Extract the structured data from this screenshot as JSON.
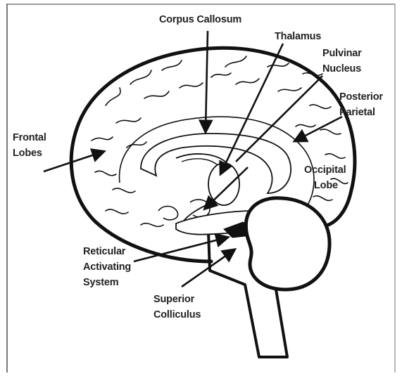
{
  "labels": {
    "corpus_callosum": "Corpus Callosum",
    "thalamus": "Thalamus",
    "pulvinar_line1": "Pulvinar",
    "pulvinar_line2": "Nucleus",
    "posterior_line1": "Posterior",
    "posterior_line2": "Parietal",
    "frontal_line1": "Frontal",
    "frontal_line2": "Lobes",
    "occipital_line1": "Occipital",
    "occipital_line2": "Lobe",
    "reticular_line1": "Reticular",
    "reticular_line2": "Activating",
    "reticular_line3": "System",
    "superior_line1": "Superior",
    "superior_line2": "Colliculus"
  },
  "colors": {
    "ink": "#111111",
    "label": "#222222",
    "background": "#ffffff"
  }
}
